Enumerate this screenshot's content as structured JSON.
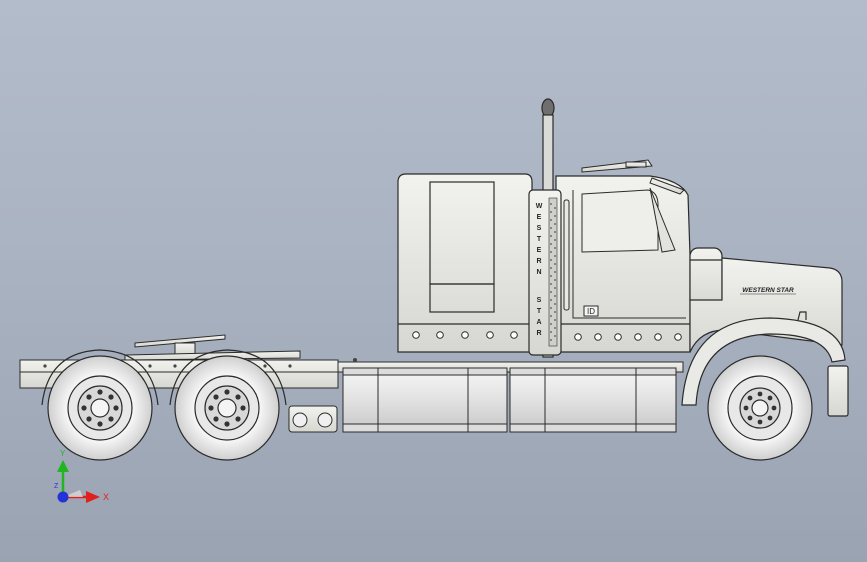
{
  "viewport": {
    "background_top": "#b3bcca",
    "background_bottom": "#9aa3b2"
  },
  "model": {
    "body_color": "#e6e6e2",
    "tire_color": "#ededed",
    "outline_color": "#2b2b2b",
    "stack_vertical_text": [
      "W",
      "E",
      "S",
      "T",
      "E",
      "R",
      "N"
    ],
    "stack_vertical_text_lower": [
      "S",
      "T",
      "A",
      "R"
    ],
    "hood_emblem": "WESTERN STAR",
    "door_badge": "ID"
  },
  "triad": {
    "x_label": "X",
    "y_label": "Y",
    "z_label": "Z",
    "x_color": "#e0201c",
    "y_color": "#21b51f",
    "z_color": "#2333d6"
  }
}
